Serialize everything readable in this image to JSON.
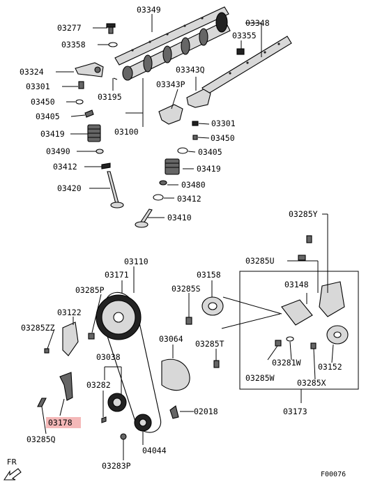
{
  "diagram": {
    "watermark": "F00076",
    "direction": "FR",
    "labels": {
      "c03349": "03349",
      "c03348": "03348",
      "c03277": "03277",
      "c03358": "03358",
      "c03355": "03355",
      "c03324": "03324",
      "c03343q": "03343Q",
      "c03301a": "03301",
      "c03343p": "03343P",
      "c03195": "03195",
      "c03450a": "03450",
      "c03405a": "03405",
      "c03301b": "03301",
      "c03100": "03100",
      "c03419a": "03419",
      "c03450b": "03450",
      "c03490": "03490",
      "c03405b": "03405",
      "c03412a": "03412",
      "c03419b": "03419",
      "c03420": "03420",
      "c03480": "03480",
      "c03412b": "03412",
      "c03410": "03410",
      "c03285y": "03285Y",
      "c03285u": "03285U",
      "c03110": "03110",
      "c03171": "03171",
      "c03158": "03158",
      "c03285p": "03285P",
      "c03285s": "03285S",
      "c03148": "03148",
      "c03122": "03122",
      "c03285zz": "03285ZZ",
      "c03064": "03064",
      "c03285t": "03285T",
      "c03038": "03038",
      "c03281w": "03281W",
      "c03285w": "03285W",
      "c03152": "03152",
      "c03282": "03282",
      "c03285x": "03285X",
      "c03178": "03178",
      "c02018": "02018",
      "c03173": "03173",
      "c03285q": "03285Q",
      "c04044": "04044",
      "c03283p": "03283P"
    }
  }
}
